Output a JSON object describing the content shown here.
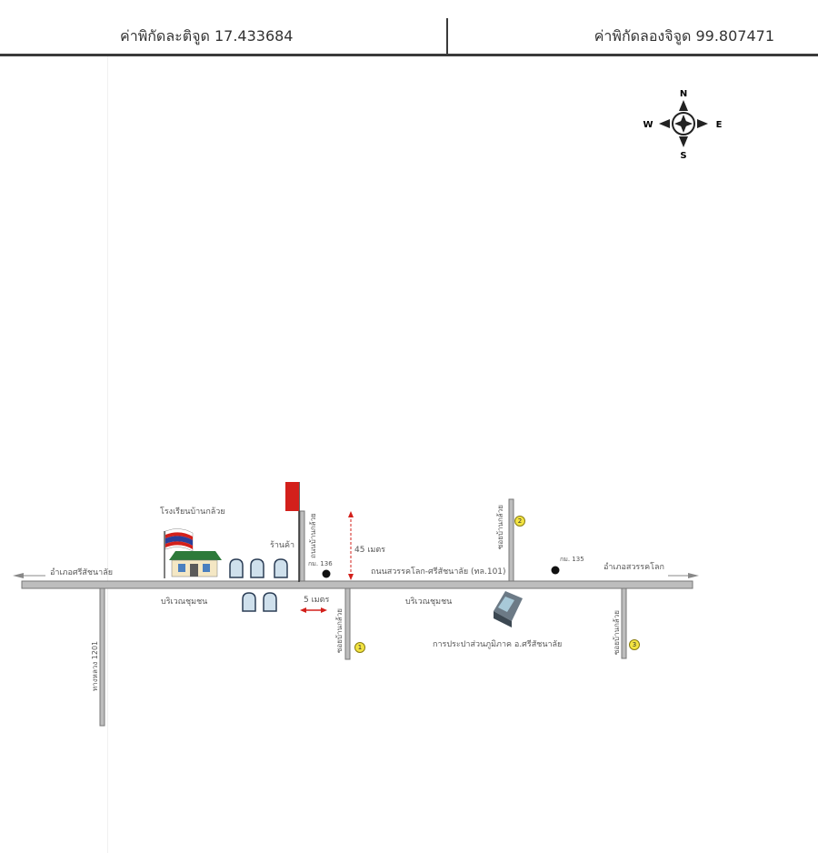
{
  "header": {
    "latitude": "ค่าพิกัดละติจูด 17.433684",
    "longitude": "ค่าพิกัดลองจิจูด 99.807471"
  },
  "compass": {
    "n": "N",
    "s": "S",
    "e": "E",
    "w": "W"
  },
  "labels": {
    "to_si_satchanalai": "อำเภอศรีสัชนาลัย",
    "to_sawankhalok": "อำเภอสวรรคโลก",
    "main_road": "ถนนสวรรคโลก-ศรีสัชนาลัย (ทล.101)",
    "school": "โรงเรียนบ้านกล้วย",
    "shop": "ร้านค้า",
    "community_left": "บริเวณชุมชน",
    "community_right": "บริเวณชุมชน",
    "pea_office": "การประปาส่วนภูมิภาค อ.ศรีสัชนาลัย",
    "km_left": "กม. 136",
    "km_right": "กม. 135",
    "dist_vertical": "45 เมตร",
    "dist_horizontal": "5 เมตร",
    "side_road_short": "ถนนบ้านกล้วย",
    "alley": "ซอยบ้านกล้วย",
    "road_1201": "ทางหลวง 1201"
  },
  "markers": [
    "1",
    "2",
    "3"
  ],
  "colors": {
    "road": "#bdbdbd",
    "road_edge": "#777777",
    "flag_marker": "#d3201b",
    "arrow_red": "#d3201b"
  }
}
